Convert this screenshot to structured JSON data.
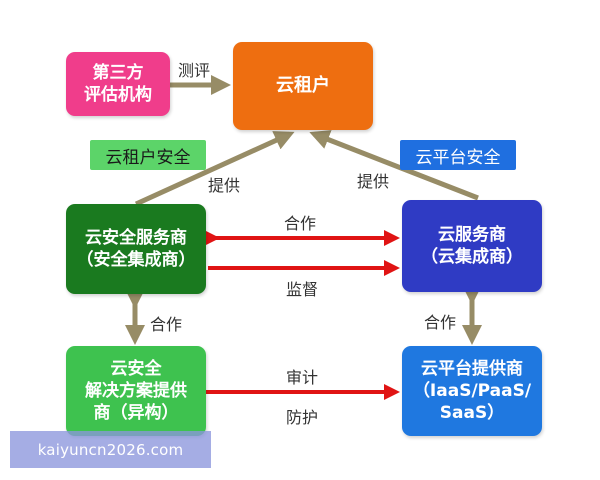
{
  "nodes": {
    "evaluator": {
      "lines": [
        "第三方",
        "评估机构"
      ],
      "color": "#f03d8b",
      "text_color": "#ffffff"
    },
    "tenant": {
      "lines": [
        "云租户"
      ],
      "color": "#ee6e10",
      "text_color": "#ffffff"
    },
    "security_provider": {
      "lines": [
        "云安全服务商",
        "（安全集成商）"
      ],
      "color": "#1a7a1f",
      "text_color": "#ffffff"
    },
    "cloud_provider": {
      "lines": [
        "云服务商",
        "（云集成商）"
      ],
      "color": "#2f3bc4",
      "text_color": "#ffffff"
    },
    "security_solution": {
      "lines": [
        "云安全",
        "解决方案提供",
        "商（异构）"
      ],
      "color": "#3ec24f",
      "text_color": "#ffffff"
    },
    "platform_provider": {
      "lines": [
        "云平台提供商",
        "（IaaS/PaaS/",
        "SaaS）"
      ],
      "color": "#1f78e0",
      "text_color": "#ffffff"
    }
  },
  "tags": {
    "tenant_security": {
      "text": "云租户安全",
      "bg": "#5cd469",
      "fg": "#1a1a1a"
    },
    "platform_security": {
      "text": "云平台安全",
      "bg": "#1f6fe0",
      "fg": "#ffffff"
    }
  },
  "edge_labels": {
    "evaluate": "测评",
    "provide_left": "提供",
    "provide_right": "提供",
    "cooperate_top": "合作",
    "supervise": "监督",
    "cooperate_left": "合作",
    "cooperate_right": "合作",
    "audit": "审计",
    "protect": "防护"
  },
  "colors": {
    "olive_arrow": "#978c66",
    "red_arrow": "#e01414"
  },
  "watermark": "kaiyuncn2026.com"
}
